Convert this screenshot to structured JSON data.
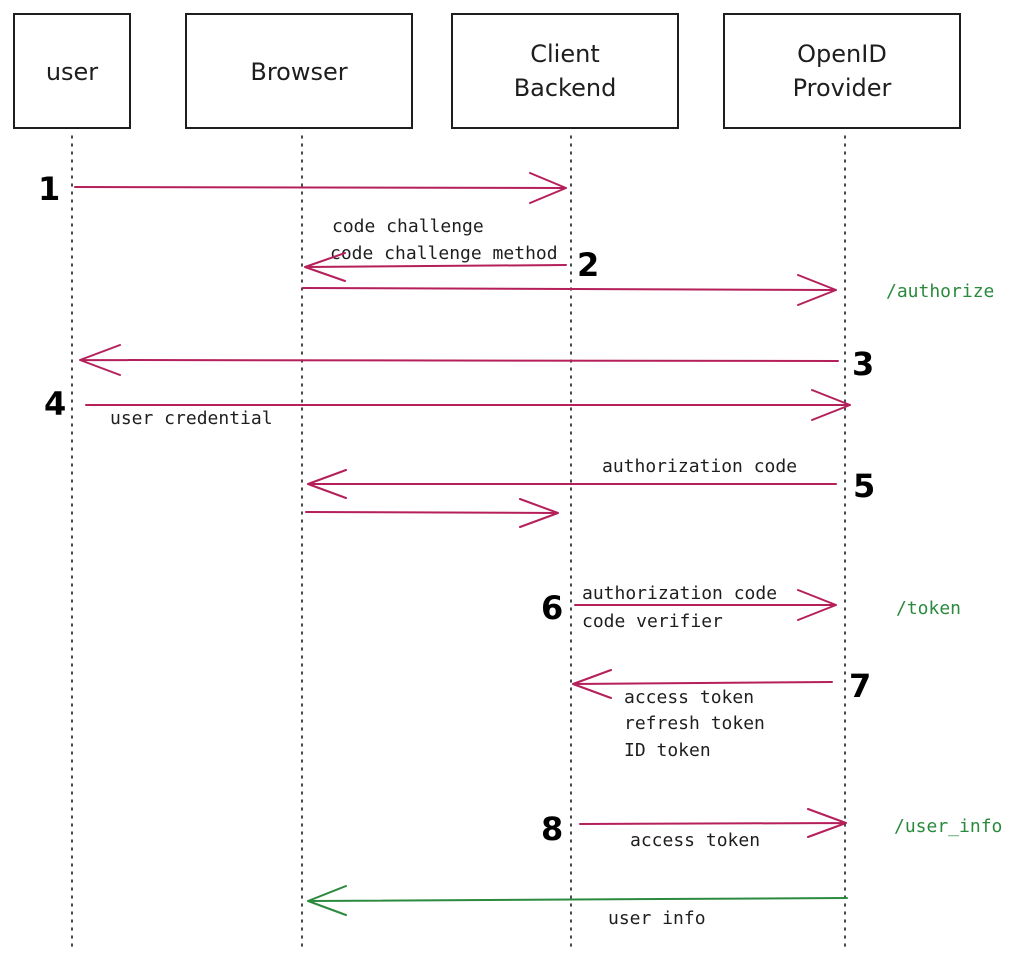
{
  "participants": {
    "user": "user",
    "browser": "Browser",
    "client_line1": "Client",
    "client_line2": "Backend",
    "provider_line1": "OpenID",
    "provider_line2": "Provider"
  },
  "steps": {
    "s1": "1",
    "s2": "2",
    "s3": "3",
    "s4": "4",
    "s5": "5",
    "s6": "6",
    "s7": "7",
    "s8": "8"
  },
  "labels": {
    "code_challenge": "code challenge",
    "code_challenge_method": "code challenge method",
    "user_credential": "user credential",
    "authorization_code_5": "authorization code",
    "authorization_code_6": "authorization code",
    "code_verifier": "code verifier",
    "access_token_7": "access token",
    "refresh_token": "refresh token",
    "id_token": "ID token",
    "access_token_8": "access token",
    "user_info": "user info"
  },
  "endpoints": {
    "authorize": "/authorize",
    "token": "/token",
    "user_info": "/user_info"
  },
  "colors": {
    "request_arrow": "#b51f5a",
    "response_arrow": "#2b8a3e",
    "endpoint_text": "#2b8a3e"
  }
}
